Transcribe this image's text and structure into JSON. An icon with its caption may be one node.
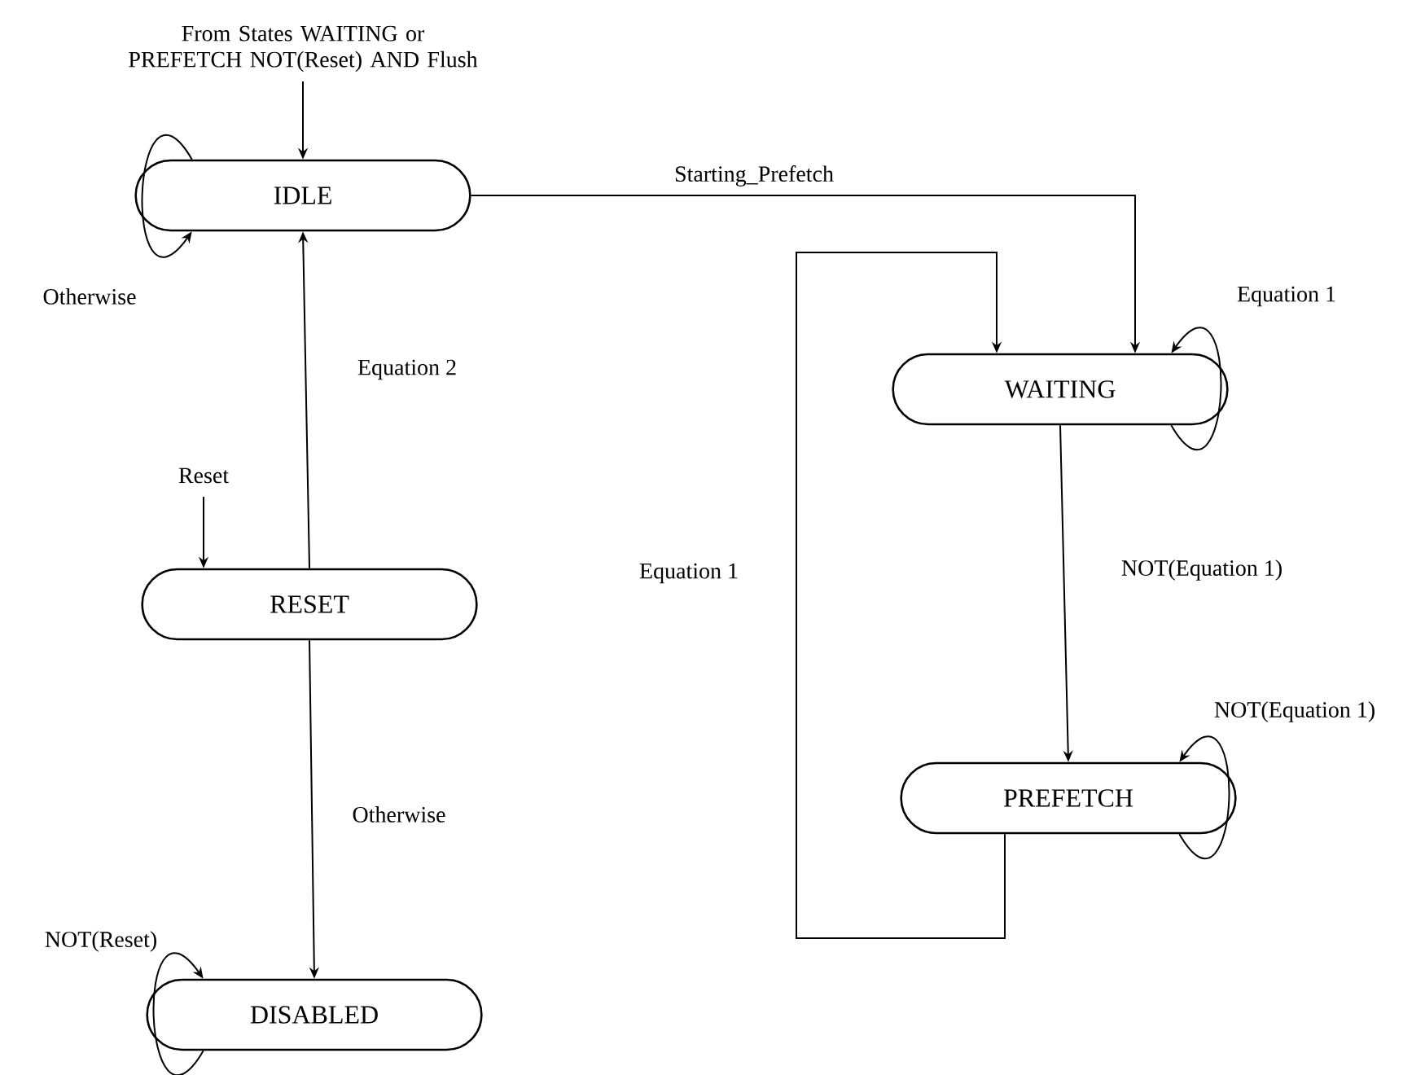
{
  "diagram": {
    "nodes": [
      {
        "text": [
          "IDLE"
        ]
      },
      {
        "text": [
          "WAITING"
        ]
      },
      {
        "text": [
          "RESET"
        ]
      },
      {
        "text": [
          "PREFETCH"
        ]
      },
      {
        "text": [
          "DISABLED"
        ]
      }
    ],
    "edges": [
      {
        "from": null,
        "to": 0,
        "arrow": "to",
        "label": "From States WAITING or PREFETCH NOT(Reset) AND Flush"
      },
      {
        "from": 0,
        "to": 0,
        "arrow": "to",
        "label": "Otherwise"
      },
      {
        "from": 2,
        "to": 0,
        "arrow": "to",
        "label": "Equation 2"
      },
      {
        "from": null,
        "to": 2,
        "arrow": "to",
        "label": "Reset"
      },
      {
        "from": 0,
        "to": 1,
        "arrow": "to",
        "label": "Starting_Prefetch"
      },
      {
        "from": 1,
        "to": 1,
        "arrow": "to",
        "label": "Equation 1"
      },
      {
        "from": 1,
        "to": 3,
        "arrow": "to",
        "label": "NOT(Equation 1)"
      },
      {
        "from": 3,
        "to": 1,
        "arrow": "to",
        "label": "Equation 1"
      },
      {
        "from": 3,
        "to": 3,
        "arrow": "to",
        "label": "NOT(Equation 1)"
      },
      {
        "from": 2,
        "to": 4,
        "arrow": "to",
        "label": "Otherwise"
      },
      {
        "from": 4,
        "to": 4,
        "arrow": "to",
        "label": "NOT(Reset)"
      }
    ]
  }
}
